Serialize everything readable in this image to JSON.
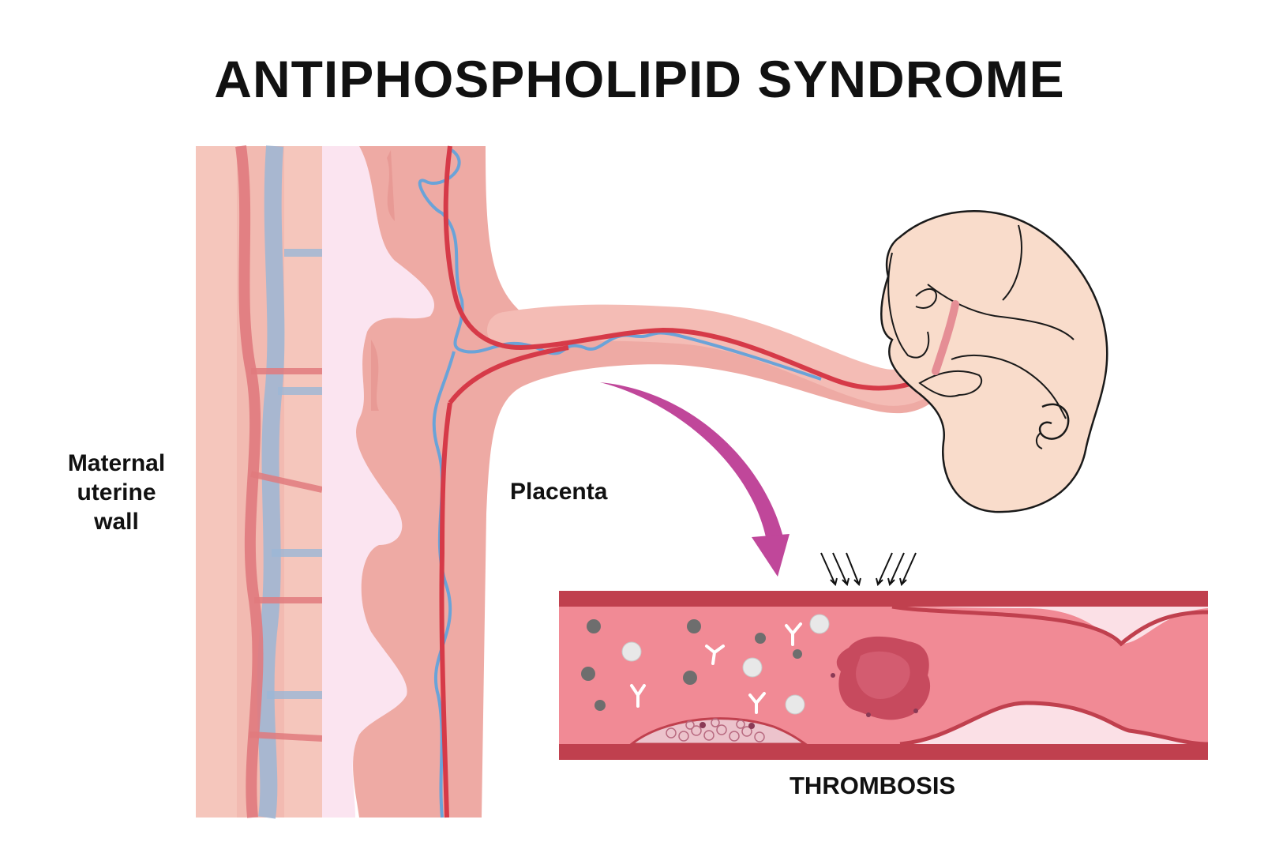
{
  "title": "ANTIPHOSPHOLIPID SYNDROME",
  "labels": {
    "uterine_line1": "Maternal",
    "uterine_line2": "uterine",
    "uterine_line3": "wall",
    "placenta": "Placenta",
    "thrombosis": "THROMBOSIS"
  },
  "colors": {
    "artery": "#d63a48",
    "vein": "#6aa3d8",
    "tissue": "#f2b8b0",
    "vessel_wall": "#c0404e",
    "blood": "#f18a95",
    "arrow": "#c0479a",
    "fetus_skin": "#f9dccb"
  }
}
